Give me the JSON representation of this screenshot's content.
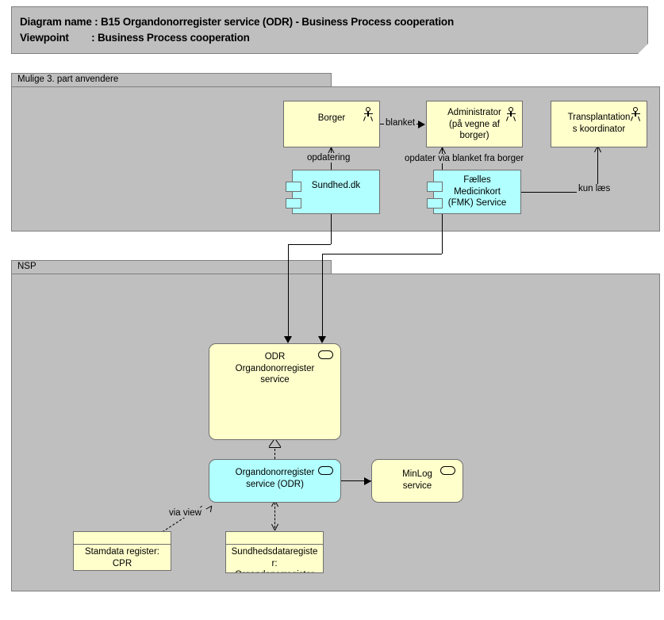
{
  "header": {
    "line1_key": "Diagram name :",
    "line1_value": "B15 Organdonorregister service (ODR) - Business Process cooperation",
    "line2_key": "Viewpoint",
    "line2_value": ": Business Process cooperation",
    "line1_full": "Diagram name : B15 Organdonorregister service (ODR) - Business Process cooperation",
    "line2_full": "Viewpoint        : Business Process cooperation"
  },
  "colors": {
    "group_fill": "#bfbfbf",
    "group_border": "#808080",
    "business_yellow": "#ffffcc",
    "application_cyan": "#b2ffff",
    "node_border": "#707070",
    "connector": "#000000",
    "canvas": "#ffffff"
  },
  "groups": [
    {
      "id": "third-party",
      "label": "Mulige 3. part anvendere"
    },
    {
      "id": "nsp",
      "label": "NSP"
    }
  ],
  "nodes": {
    "borger": {
      "label": "Borger",
      "type": "business-actor",
      "icon": "actor-icon"
    },
    "administrator": {
      "label": "Administrator\n(på vegne af\nborger)",
      "type": "business-actor",
      "icon": "actor-icon"
    },
    "transplant": {
      "label": "Transplantation\ns koordinator",
      "type": "business-actor",
      "icon": "actor-icon"
    },
    "sundheddk": {
      "label": "Sundhed.dk",
      "type": "application-component",
      "icon": "component-icon"
    },
    "fmk": {
      "label": "Fælles\nMedicinkort\n(FMK) Service",
      "type": "application-component",
      "icon": "component-icon"
    },
    "odr_service": {
      "label": "ODR\nOrgandonorregister\nservice",
      "type": "application-service",
      "icon": "service-oval-icon"
    },
    "odr_app": {
      "label": "Organdonorregister\nservice (ODR)",
      "type": "application-service",
      "icon": "service-oval-icon"
    },
    "minlog": {
      "label": "MinLog\nservice",
      "type": "application-service",
      "icon": "service-oval-icon"
    },
    "cpr": {
      "label": "Stamdata register:\nCPR",
      "type": "data-object"
    },
    "sundhedsdata": {
      "label": "Sundhedsdataregiste\nr:\nOrgandonorregister",
      "type": "data-object"
    }
  },
  "connector_labels": {
    "blanket": "blanket",
    "opdatering": "opdatering",
    "opdater_via_blanket": "opdater via blanket fra borger",
    "kun_laes": "kun læs",
    "via_view": "via view"
  }
}
